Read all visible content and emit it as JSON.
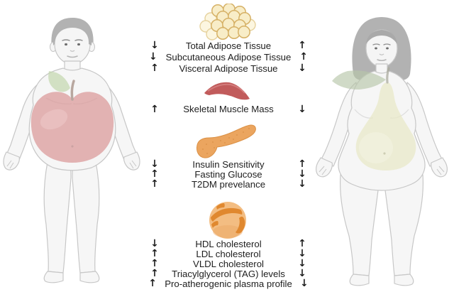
{
  "figures": {
    "left": {
      "fruit": "apple",
      "body": "apple-shaped-figure"
    },
    "right": {
      "fruit": "pear",
      "body": "pear-shaped-figure"
    }
  },
  "sections": [
    {
      "name": "adipose-tissue",
      "icon": "adipose-tissue-icon",
      "rows": [
        {
          "label": "Total Adipose Tissue",
          "left_trend": "down",
          "left_glyph": "↓",
          "right_trend": "up",
          "right_glyph": "↑"
        },
        {
          "label": "Subcutaneous Adipose Tissue",
          "left_trend": "down",
          "left_glyph": "↓",
          "right_trend": "up",
          "right_glyph": "↑"
        },
        {
          "label": "Visceral Adipose Tissue",
          "left_trend": "up",
          "left_glyph": "↑",
          "right_trend": "down",
          "right_glyph": "↓"
        }
      ]
    },
    {
      "name": "skeletal-muscle",
      "icon": "skeletal-muscle-icon",
      "rows": [
        {
          "label": "Skeletal Muscle Mass",
          "left_trend": "up",
          "left_glyph": "↑",
          "right_trend": "down",
          "right_glyph": "↓"
        }
      ]
    },
    {
      "name": "pancreas",
      "icon": "pancreas-icon",
      "rows": [
        {
          "label": "Insulin Sensitivity",
          "left_trend": "down",
          "left_glyph": "↓",
          "right_trend": "up",
          "right_glyph": "↑"
        },
        {
          "label": "Fasting Glucose",
          "left_trend": "up",
          "left_glyph": "↑",
          "right_trend": "down",
          "right_glyph": "↓"
        },
        {
          "label": "T2DM prevelance",
          "left_trend": "up",
          "left_glyph": "↑",
          "right_trend": "down",
          "right_glyph": "↓"
        }
      ]
    },
    {
      "name": "lipoproteins",
      "icon": "lipoprotein-icon",
      "rows": [
        {
          "label": "HDL cholesterol",
          "left_trend": "down",
          "left_glyph": "↓",
          "right_trend": "up",
          "right_glyph": "↑"
        },
        {
          "label": "LDL cholesterol",
          "left_trend": "up",
          "left_glyph": "↑",
          "right_trend": "down",
          "right_glyph": "↓"
        },
        {
          "label": "VLDL cholesterol",
          "left_trend": "up",
          "left_glyph": "↑",
          "right_trend": "down",
          "right_glyph": "↓"
        },
        {
          "label": "Triacylglycerol (TAG) levels",
          "left_trend": "up",
          "left_glyph": "↑",
          "right_trend": "down",
          "right_glyph": "↓"
        },
        {
          "label": "Pro-atherogenic plasma profile",
          "left_trend": "up",
          "left_glyph": "↑",
          "right_trend": "down",
          "right_glyph": "↓"
        }
      ]
    }
  ],
  "colors": {
    "background": "#ffffff",
    "text": "#1d1d1d",
    "arrow": "#1d1d1d",
    "body_fill": "#f6f6f6",
    "body_outline": "#c7c7c7",
    "hair": "#b2b2b2",
    "apple": "#d99292",
    "apple_highlight": "#e5abab",
    "apple_leaf": "#c2d6ac",
    "apple_stem": "#9b8276",
    "pear": "#e9e9c7",
    "pear_leaf": "#b7c5a9",
    "pear_stem": "#a9a99b",
    "fat_cell_fill": "#f8edc8",
    "fat_cell_stroke": "#d6b166",
    "fat_cell_light_fill": "#fcf6e0",
    "fat_cell_light_stroke": "#e6d29e",
    "muscle": "#c15b5b",
    "muscle_highlight": "#d68383",
    "pancreas": "#eba55f",
    "pancreas_outline": "#db9146",
    "lipoprotein_base": "#f3bd82",
    "lipoprotein_band": "#e0882f"
  }
}
